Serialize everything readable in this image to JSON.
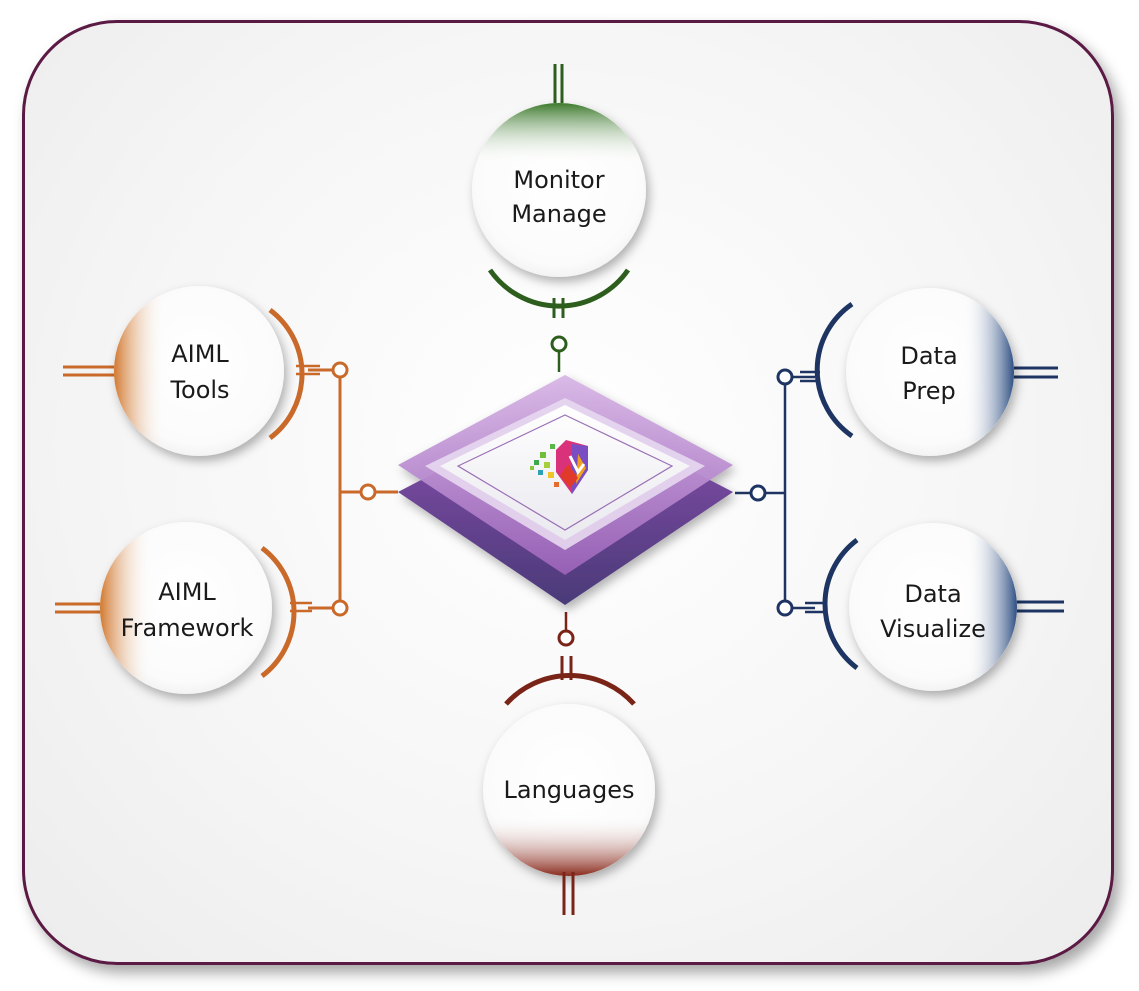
{
  "diagram": {
    "nodes": {
      "monitor": {
        "line1": "Monitor",
        "line2": "Manage"
      },
      "aiml_tools": {
        "line1": "AIML",
        "line2": "Tools"
      },
      "aiml_framework": {
        "line1": "AIML",
        "line2": "Framework"
      },
      "data_prep": {
        "line1": "Data",
        "line2": "Prep"
      },
      "data_visualize": {
        "line1": "Data",
        "line2": "Visualize"
      },
      "languages": {
        "line1": "Languages"
      }
    },
    "colors": {
      "frame_border": "#5b1a44",
      "green": "#2e5e1e",
      "orange": "#c96a2a",
      "navy": "#1e3563",
      "maroon": "#7a2418",
      "purple": "#8e5aab"
    },
    "center_icon": "colorful-shield-logo-icon"
  }
}
